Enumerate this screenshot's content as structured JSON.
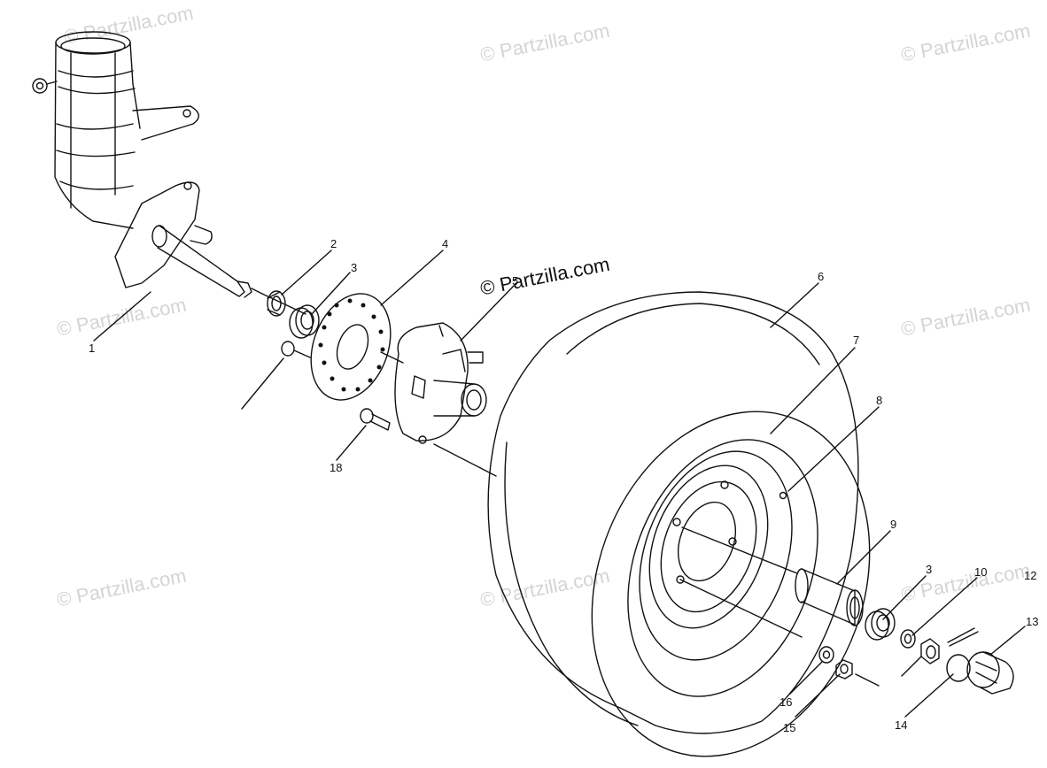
{
  "watermark_text": "© Partzilla.com",
  "brand_text": "© Partzilla.com",
  "callouts": {
    "c1": "1",
    "c2": "2",
    "c3a": "3",
    "c4": "4",
    "c5": "5",
    "c6": "6",
    "c7": "7",
    "c8": "8",
    "c9": "9",
    "c3b": "3",
    "c10": "10",
    "c12": "12",
    "c13": "13",
    "c14": "14",
    "c15": "15",
    "c16": "16",
    "c18": "18"
  },
  "colors": {
    "line": "#111111",
    "watermark": "#d4d4d4",
    "background": "#ffffff"
  }
}
